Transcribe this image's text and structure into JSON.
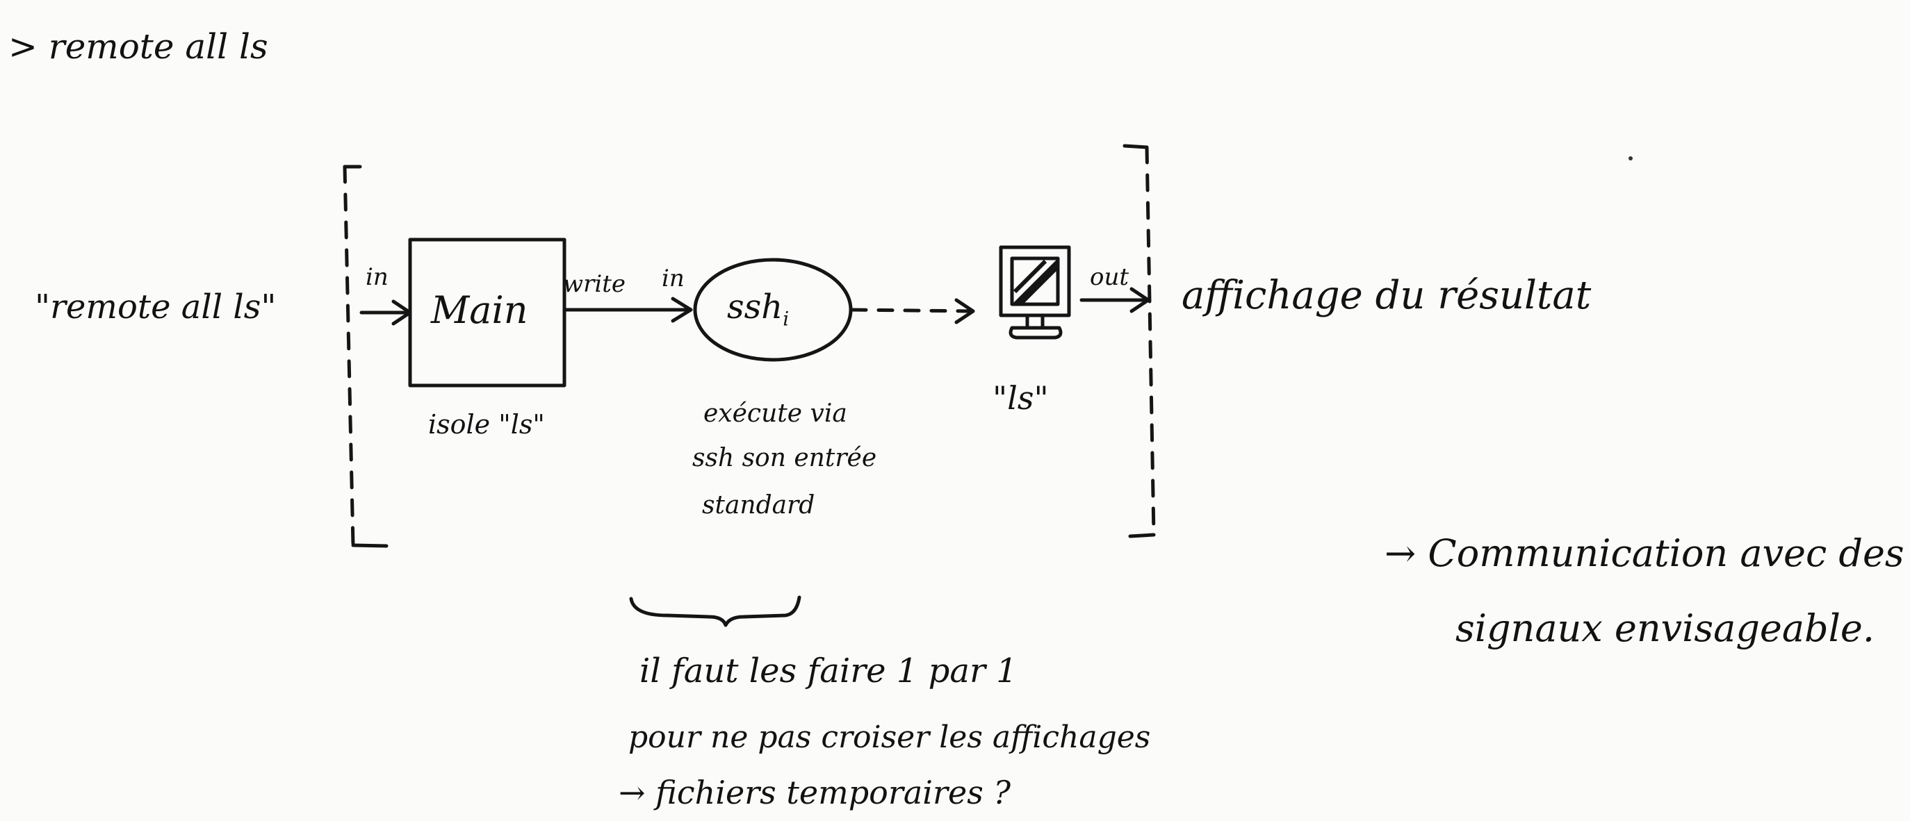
{
  "command": "> remote all ls",
  "input_label": "\"remote all ls\"",
  "edges": {
    "in_1": "in",
    "write": "write",
    "in_2": "in",
    "out": "out"
  },
  "nodes": {
    "main": {
      "label": "Main",
      "caption": "isole \"ls\""
    },
    "ssh": {
      "label": "ssh",
      "subscript": "i",
      "caption": [
        "exécute via",
        "ssh son entrée",
        "standard"
      ]
    },
    "screen": {
      "icon": "monitor-icon",
      "caption": "\"ls\""
    }
  },
  "output_label": "affichage du résultat",
  "brace_note": [
    "il faut les faire 1 par 1",
    "pour ne pas croiser les affichages",
    "→ fichiers temporaires ?"
  ],
  "side_note": [
    "→ Communication avec des",
    "signaux envisageable."
  ]
}
